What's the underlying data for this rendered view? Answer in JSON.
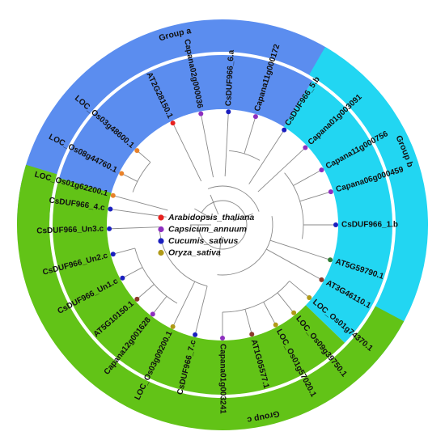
{
  "groups": [
    {
      "label": "Group a",
      "color": "#5b8def"
    },
    {
      "label": "Group b",
      "color": "#22d6f2"
    },
    {
      "label": "Group c",
      "color": "#62c317"
    }
  ],
  "legend": [
    {
      "label": "Arabidopsis_thaliana",
      "color": "#e8211e"
    },
    {
      "label": "Capsicum_annuum",
      "color": "#8e2fbf"
    },
    {
      "label": "Cucumis_sativus",
      "color": "#1b1fbf"
    },
    {
      "label": "Oryza_sativa",
      "color": "#b09a17"
    }
  ],
  "leaves": [
    {
      "label": "LOC_Os01g62200.1",
      "color": "#e8822a"
    },
    {
      "label": "LOC_Os08g44760.1",
      "color": "#e8822a"
    },
    {
      "label": "LOC_Os03g48600.1",
      "color": "#e8822a"
    },
    {
      "label": "AT2G28150.1",
      "color": "#e8211e"
    },
    {
      "label": "Capana02g000036",
      "color": "#8e2fbf"
    },
    {
      "label": "CsDUF966_6.a",
      "color": "#1b1fbf"
    },
    {
      "label": "Capana11g000172",
      "color": "#8e2fbf"
    },
    {
      "label": "CsDUF966_5.b",
      "color": "#1b1fbf"
    },
    {
      "label": "Capana01g003091",
      "color": "#8e2fbf"
    },
    {
      "label": "Capana11g000756",
      "color": "#8e2fbf"
    },
    {
      "label": "Capana06g000459",
      "color": "#8e2fbf"
    },
    {
      "label": "CsDUF966_1.b",
      "color": "#1b1fbf"
    },
    {
      "label": "AT5G59790.1",
      "color": "#2e7d32"
    },
    {
      "label": "AT3G46110.1",
      "color": "#8b3a2a"
    },
    {
      "label": "LOC_Os01g74370.1",
      "color": "#b09a17"
    },
    {
      "label": "LOC_Os09g39750.1",
      "color": "#b09a17"
    },
    {
      "label": "LOC_Os01g57020.1",
      "color": "#b09a17"
    },
    {
      "label": "AT1G05577.1",
      "color": "#8b3a2a"
    },
    {
      "label": "Capana01g003241",
      "color": "#8e2fbf"
    },
    {
      "label": "CsDUF966_7.c",
      "color": "#1b1fbf"
    },
    {
      "label": "LOC_Os03g09200.1",
      "color": "#b09a17"
    },
    {
      "label": "Capana12g001628",
      "color": "#8e2fbf"
    },
    {
      "label": "AT5G10150.1",
      "color": "#8b3a2a"
    },
    {
      "label": "CsDUF966_Un1.c",
      "color": "#1b1fbf"
    },
    {
      "label": "CsDUF966_Un2.c",
      "color": "#1b1fbf"
    },
    {
      "label": "CsDUF966_Un3.c",
      "color": "#1b1fbf"
    },
    {
      "label": "CsDUF966_4.c",
      "color": "#1b1fbf"
    }
  ]
}
